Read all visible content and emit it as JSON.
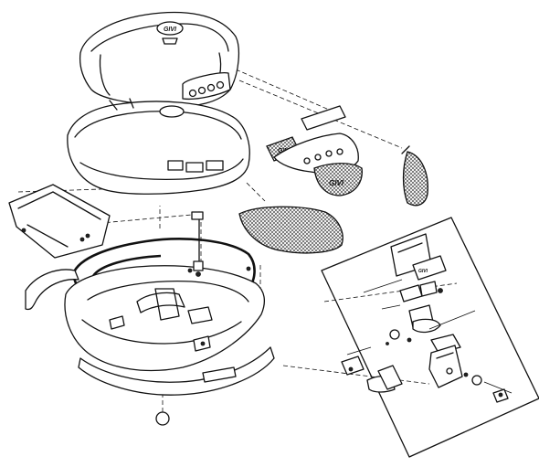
{
  "branding": {
    "lid_badge": "GIVI",
    "reflector_left": "GIVI",
    "reflector_center": "GIVI",
    "bracket_label": "GIVI"
  }
}
